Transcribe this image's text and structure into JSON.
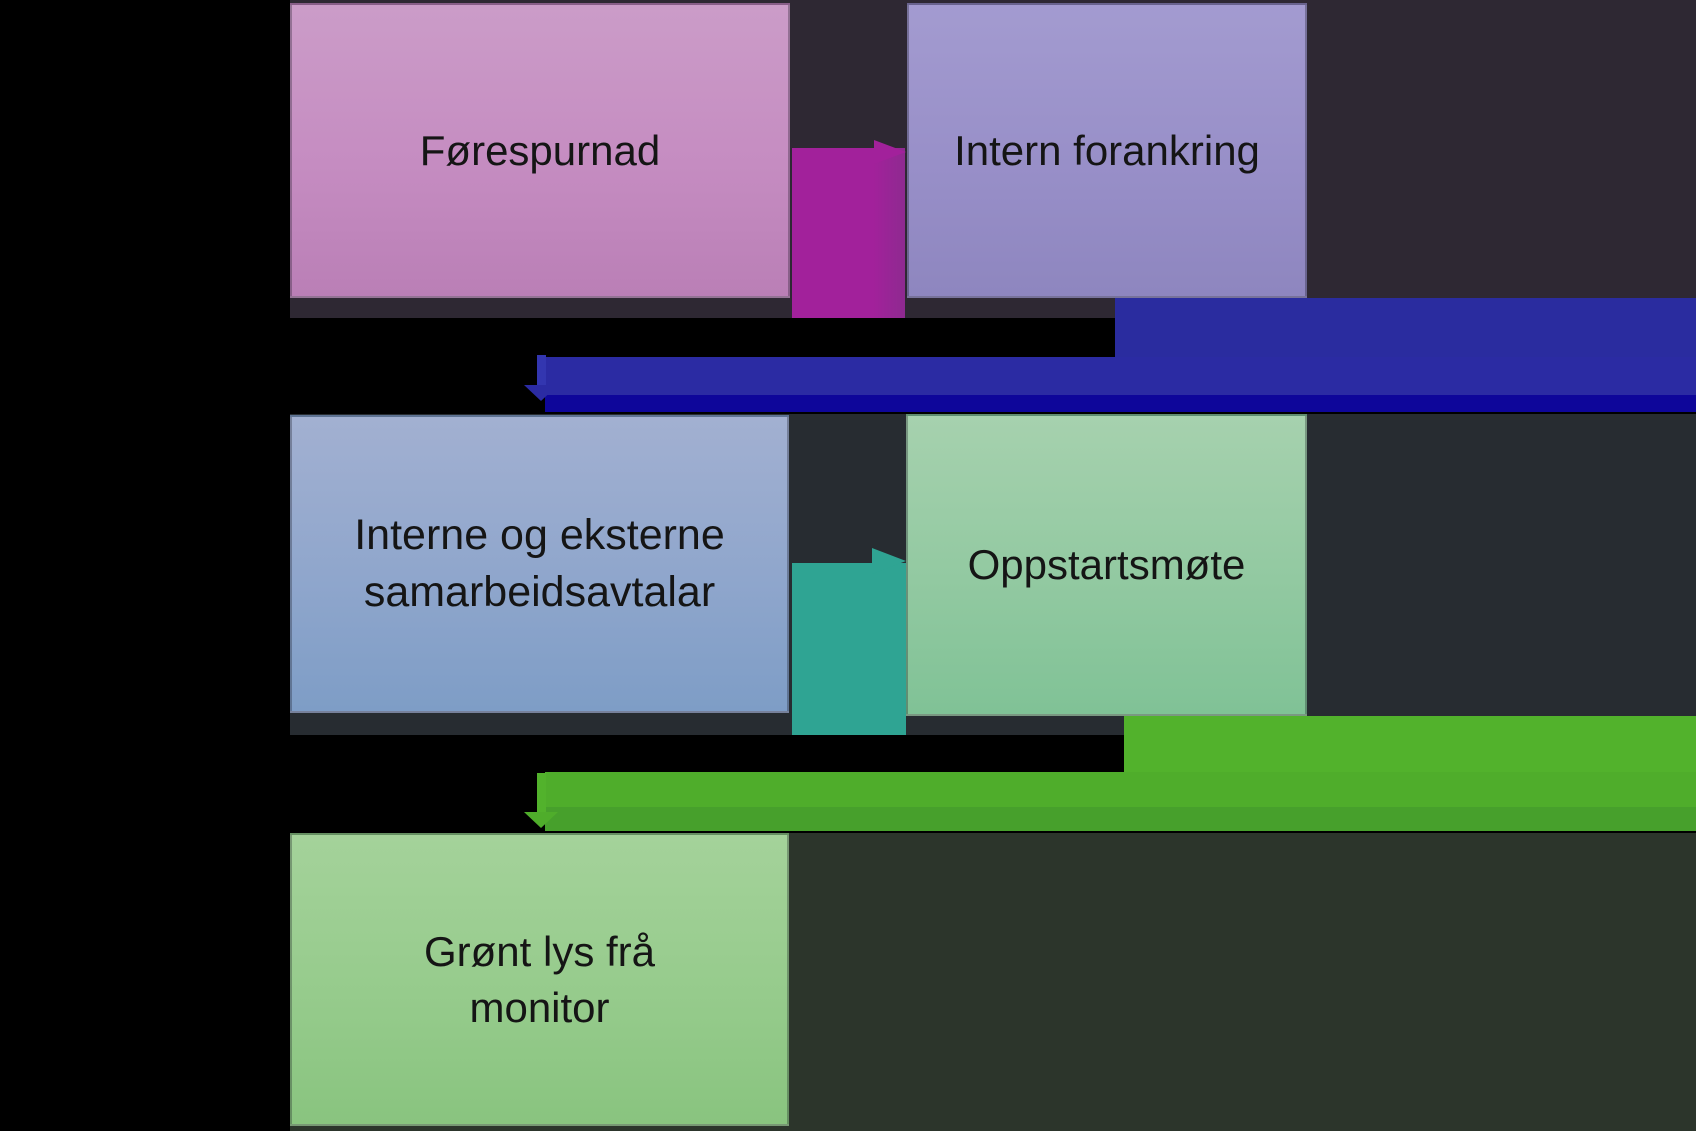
{
  "diagram": {
    "type": "flowchart",
    "background_color": "#000000",
    "panel_colors": {
      "row1": "#2E2833",
      "row2": "#272C31",
      "row3": "#2C352B"
    },
    "nodes": [
      {
        "id": "forespurnad",
        "lines": [
          "Førespurnad"
        ],
        "fill": "#C48FC0"
      },
      {
        "id": "intern-forankring",
        "lines": [
          "Intern forankring"
        ],
        "fill": "#988FC8"
      },
      {
        "id": "interne-eksterne-samarbeidsavtalar",
        "lines": [
          "Interne og eksterne",
          "samarbeidsavtalar"
        ],
        "fill": "#8FA6CC"
      },
      {
        "id": "oppstartsmote",
        "lines": [
          "Oppstartsmøte"
        ],
        "fill": "#92C9A1"
      },
      {
        "id": "gront-lys-fra-monitor",
        "lines": [
          "Grønt lys frå",
          "monitor"
        ],
        "fill": "#96CB8C"
      }
    ],
    "connectors": [
      {
        "id": "forespurnad-to-intern-forankring",
        "color": "#A2219B",
        "direction": "right"
      },
      {
        "id": "intern-forankring-to-samarbeidsavtalar",
        "color": "#2B2BA3",
        "dark_edge": "#0E069A",
        "direction": "down-left"
      },
      {
        "id": "samarbeidsavtalar-to-oppstartsmote",
        "color": "#2FA493",
        "direction": "right"
      },
      {
        "id": "oppstartsmote-to-gront-lys",
        "color": "#4FAD2B",
        "dark_edge": "#47A02C",
        "direction": "down-left"
      }
    ]
  }
}
